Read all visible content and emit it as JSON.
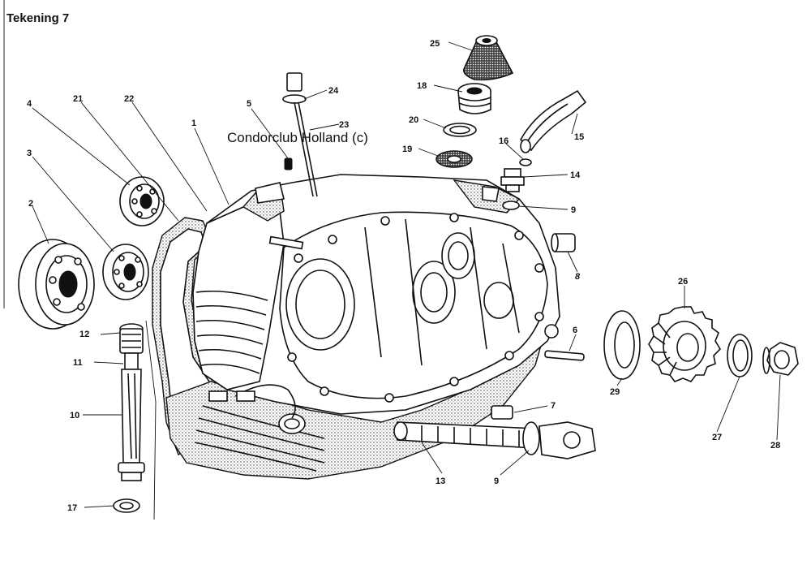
{
  "title": "Tekening 7",
  "watermark": "Condorclub Holland (c)",
  "callouts": [
    {
      "id": "25",
      "text": "25"
    },
    {
      "id": "24",
      "text": "24"
    },
    {
      "id": "18",
      "text": "18"
    },
    {
      "id": "21",
      "text": "21"
    },
    {
      "id": "22",
      "text": "22"
    },
    {
      "id": "5",
      "text": "5"
    },
    {
      "id": "4",
      "text": "4"
    },
    {
      "id": "1",
      "text": "1"
    },
    {
      "id": "23",
      "text": "23"
    },
    {
      "id": "20",
      "text": "20"
    },
    {
      "id": "15",
      "text": "15"
    },
    {
      "id": "16",
      "text": "16"
    },
    {
      "id": "19",
      "text": "19"
    },
    {
      "id": "3",
      "text": "3"
    },
    {
      "id": "14",
      "text": "14"
    },
    {
      "id": "2",
      "text": "2"
    },
    {
      "id": "9a",
      "text": "9"
    },
    {
      "id": "8",
      "text": "8"
    },
    {
      "id": "26",
      "text": "26"
    },
    {
      "id": "12",
      "text": "12"
    },
    {
      "id": "6",
      "text": "6"
    },
    {
      "id": "11",
      "text": "11"
    },
    {
      "id": "29",
      "text": "29"
    },
    {
      "id": "7",
      "text": "7"
    },
    {
      "id": "10",
      "text": "10"
    },
    {
      "id": "27",
      "text": "27"
    },
    {
      "id": "28",
      "text": "28"
    },
    {
      "id": "13",
      "text": "13"
    },
    {
      "id": "9b",
      "text": "9"
    },
    {
      "id": "17",
      "text": "17"
    }
  ]
}
